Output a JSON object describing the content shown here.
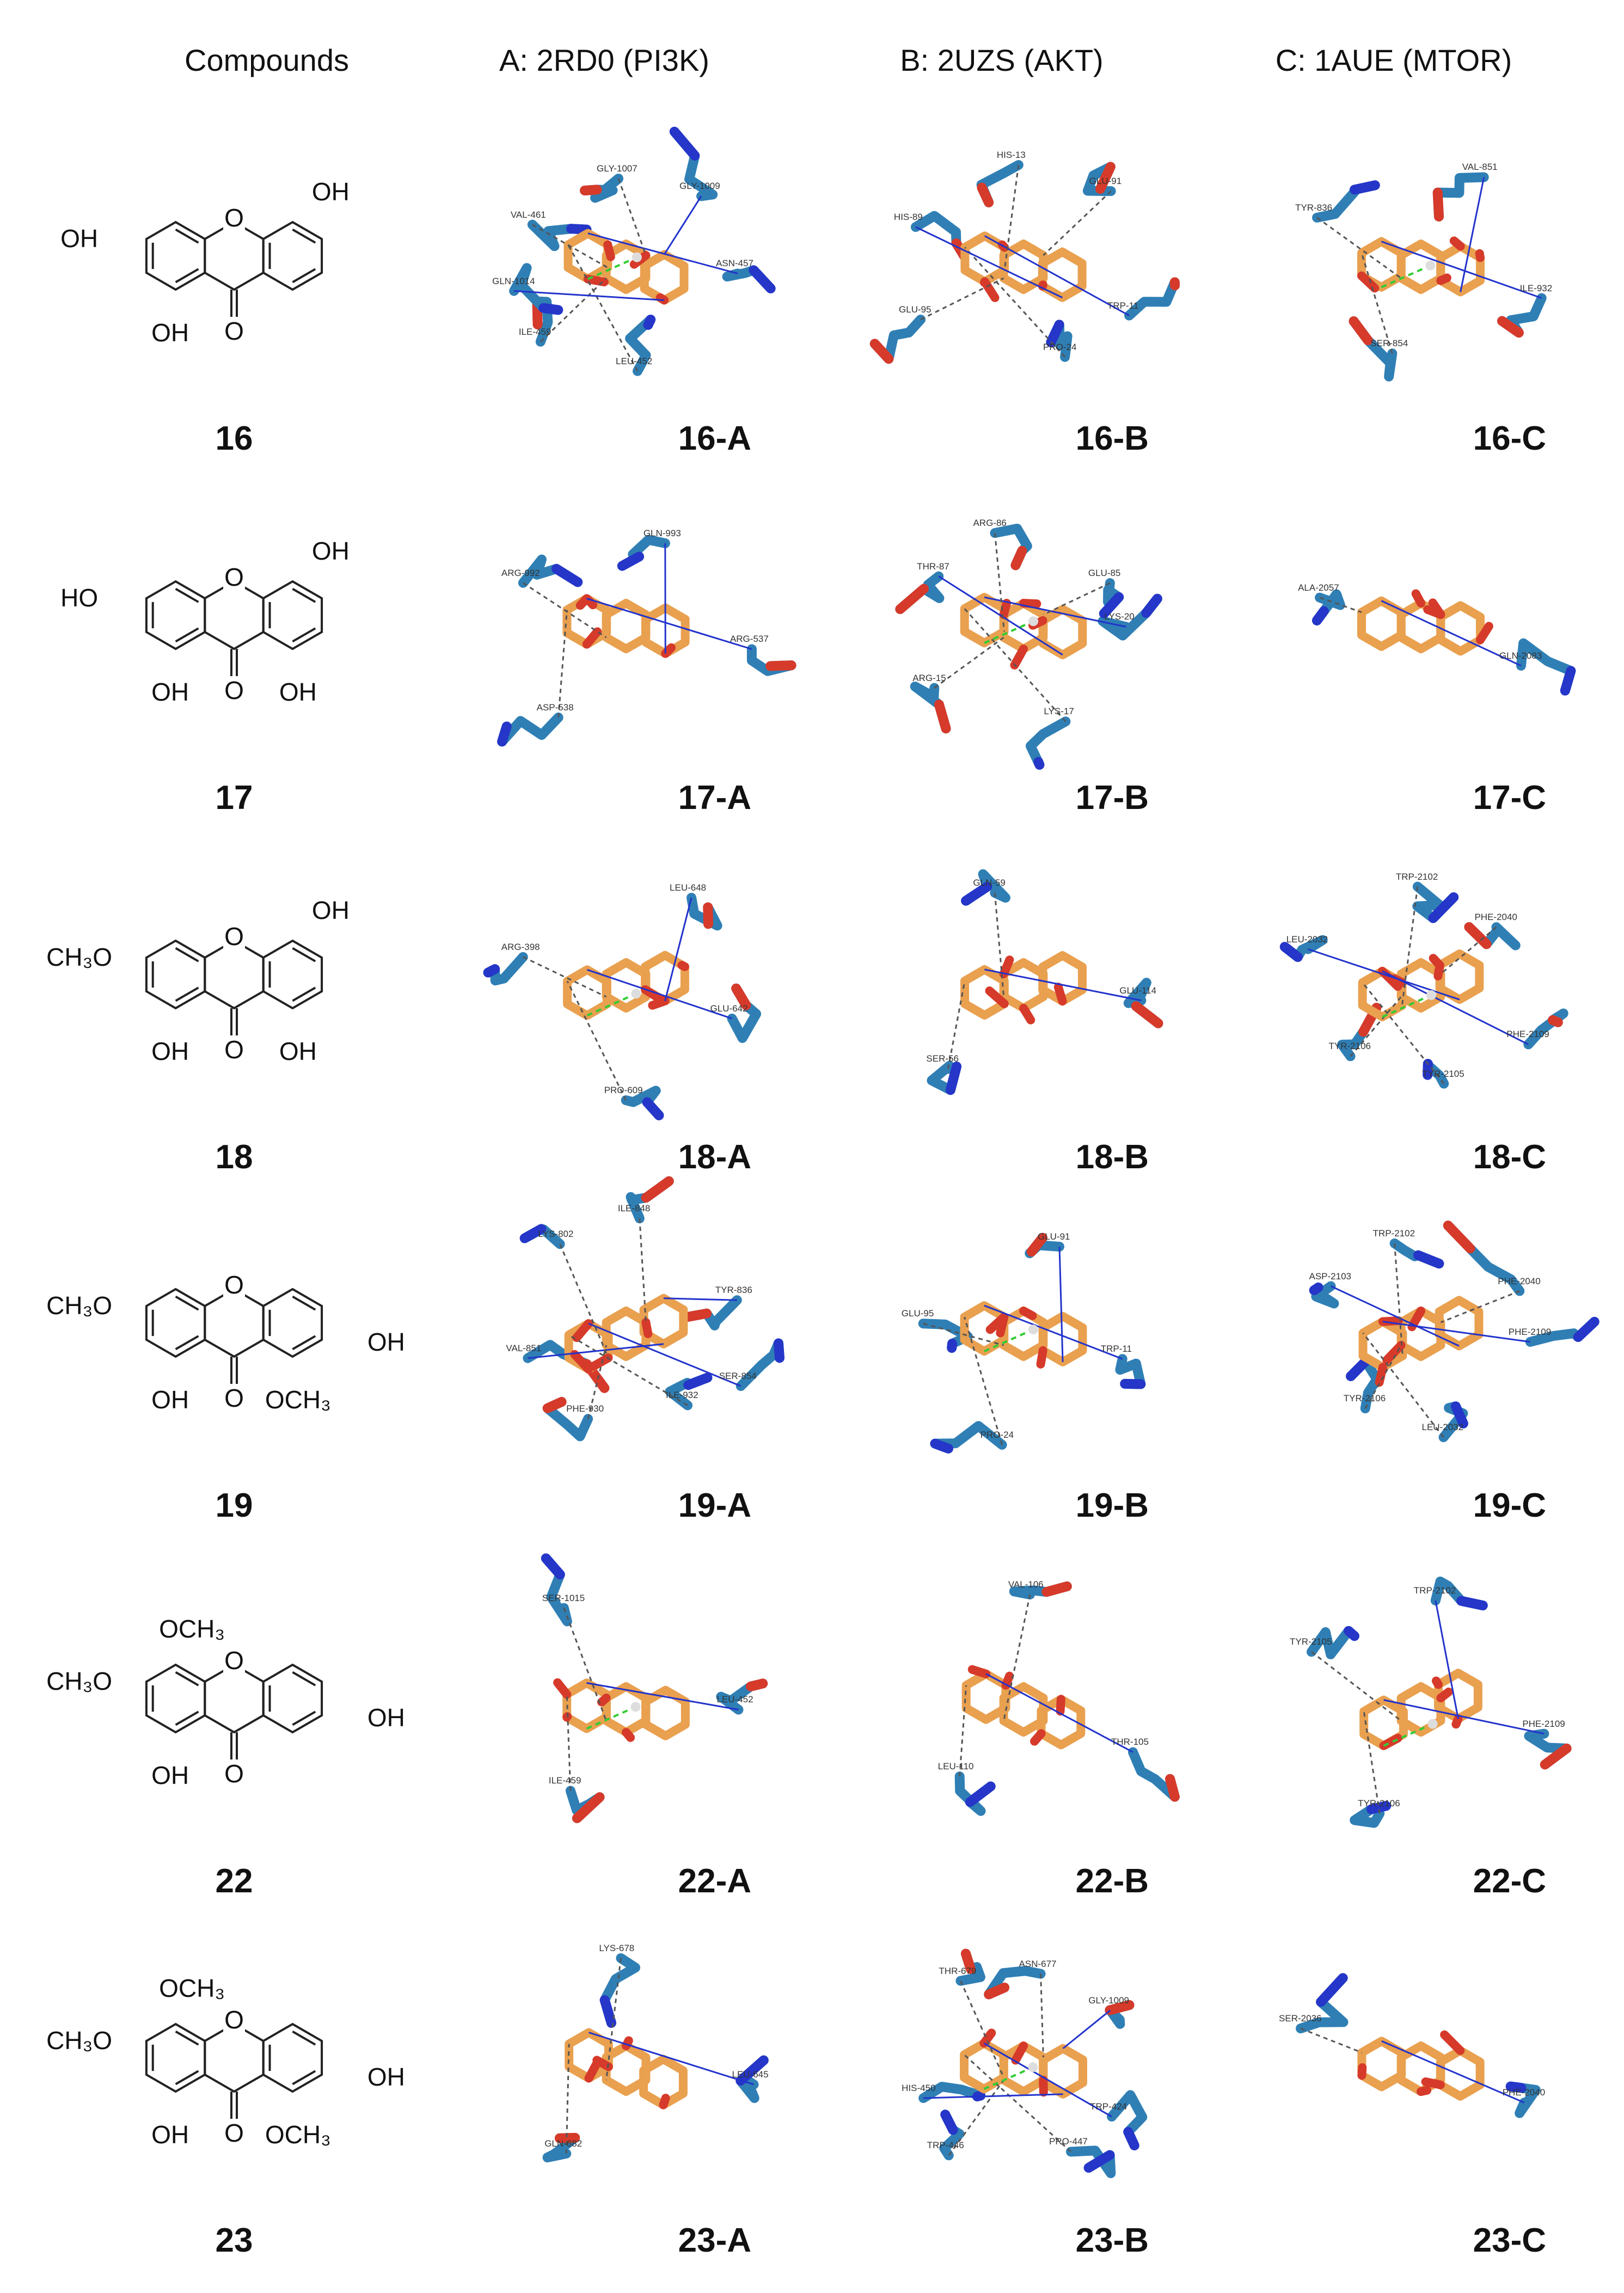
{
  "headers": [
    "Compounds",
    "A: 2RD0 (PI3K)",
    "B: 2UZS (AKT)",
    "C: 1AUE (MTOR)"
  ],
  "colors": {
    "ligand": "#e9a04f",
    "ligand_dark": "#c8792e",
    "protein": "#2f7fb5",
    "oxygen": "#d63a2a",
    "nitrogen": "#2536c8",
    "hbond": "#2233cc",
    "hydrophobic": "#555555",
    "pistack": "#33cc33"
  },
  "rows": [
    {
      "id": "16",
      "structure": {
        "subs": [
          "OH",
          "OH",
          "OH"
        ],
        "ring_o": "O",
        "carbonyl_o": "O"
      },
      "panels": [
        {
          "label": "16-A",
          "residues": [
            "ASN-457",
            "LEU-452",
            "ILE-459",
            "GLN-1014",
            "VAL-461",
            "GLY-1007",
            "GLY-1009"
          ]
        },
        {
          "label": "16-B",
          "residues": [
            "TRP-11",
            "PRO-24",
            "GLU-95",
            "HIS-89",
            "HIS-13",
            "GLU-91"
          ]
        },
        {
          "label": "16-C",
          "residues": [
            "ILE-932",
            "SER-854",
            "TYR-836",
            "VAL-851"
          ]
        }
      ]
    },
    {
      "id": "17",
      "structure": {
        "subs": [
          "HO",
          "OH",
          "OH",
          "OH"
        ],
        "ring_o": "O",
        "carbonyl_o": "O"
      },
      "panels": [
        {
          "label": "17-A",
          "residues": [
            "ARG-537",
            "ASP-538",
            "ARG-992",
            "GLN-993"
          ]
        },
        {
          "label": "17-B",
          "residues": [
            "LYS-20",
            "LYS-17",
            "ARG-15",
            "THR-87",
            "ARG-86",
            "GLU-85"
          ]
        },
        {
          "label": "17-C",
          "residues": [
            "GLN-2083",
            "ALA-2057"
          ]
        }
      ]
    },
    {
      "id": "18",
      "structure": {
        "subs": [
          "CH₃O",
          "OH",
          "OH",
          "OH"
        ],
        "ring_o": "O",
        "carbonyl_o": "O"
      },
      "panels": [
        {
          "label": "18-A",
          "residues": [
            "GLU-642",
            "PRO-609",
            "ARG-398",
            "LEU-648"
          ]
        },
        {
          "label": "18-B",
          "residues": [
            "GLU-114",
            "SER-56",
            "GLN-59"
          ]
        },
        {
          "label": "18-C",
          "residues": [
            "PHE-2109",
            "TYR-2105",
            "TYR-2106",
            "LEU-2032",
            "TRP-2102",
            "PHE-2040"
          ]
        }
      ]
    },
    {
      "id": "19",
      "structure": {
        "subs": [
          "CH₃O",
          "OH",
          "OH",
          "OCH₃"
        ],
        "ring_o": "O",
        "carbonyl_o": "O"
      },
      "panels": [
        {
          "label": "19-A",
          "residues": [
            "SER-854",
            "ILE-932",
            "PHE-930",
            "VAL-851",
            "LYS-802",
            "ILE-848",
            "TYR-836"
          ]
        },
        {
          "label": "19-B",
          "residues": [
            "TRP-11",
            "PRO-24",
            "GLU-95",
            "GLU-91"
          ]
        },
        {
          "label": "19-C",
          "residues": [
            "PHE-2109",
            "LEU-2032",
            "TYR-2106",
            "ASP-2103",
            "TRP-2102",
            "PHE-2040"
          ]
        }
      ]
    },
    {
      "id": "22",
      "structure": {
        "subs": [
          "OCH₃",
          "CH₃O",
          "OH",
          "OH"
        ],
        "ring_o": "O",
        "carbonyl_o": "O"
      },
      "panels": [
        {
          "label": "22-A",
          "residues": [
            "LEU-452",
            "ILE-459",
            "SER-1015"
          ]
        },
        {
          "label": "22-B",
          "residues": [
            "THR-105",
            "LEU-110",
            "VAL-106"
          ]
        },
        {
          "label": "22-C",
          "residues": [
            "PHE-2109",
            "TYR-2106",
            "TYR-2105",
            "TRP-2102"
          ]
        }
      ]
    },
    {
      "id": "23",
      "structure": {
        "subs": [
          "OCH₃",
          "CH₃O",
          "OH",
          "OH",
          "OCH₃"
        ],
        "ring_o": "O",
        "carbonyl_o": "O"
      },
      "panels": [
        {
          "label": "23-A",
          "residues": [
            "LEU-645",
            "GLN-682",
            "LYS-678"
          ]
        },
        {
          "label": "23-B",
          "residues": [
            "TRP-424",
            "PRO-447",
            "TRP-446",
            "HIS-450",
            "THR-679",
            "ASN-677",
            "GLY-1009"
          ]
        },
        {
          "label": "23-C",
          "residues": [
            "PHE-2040",
            "SER-2036"
          ]
        }
      ]
    }
  ]
}
